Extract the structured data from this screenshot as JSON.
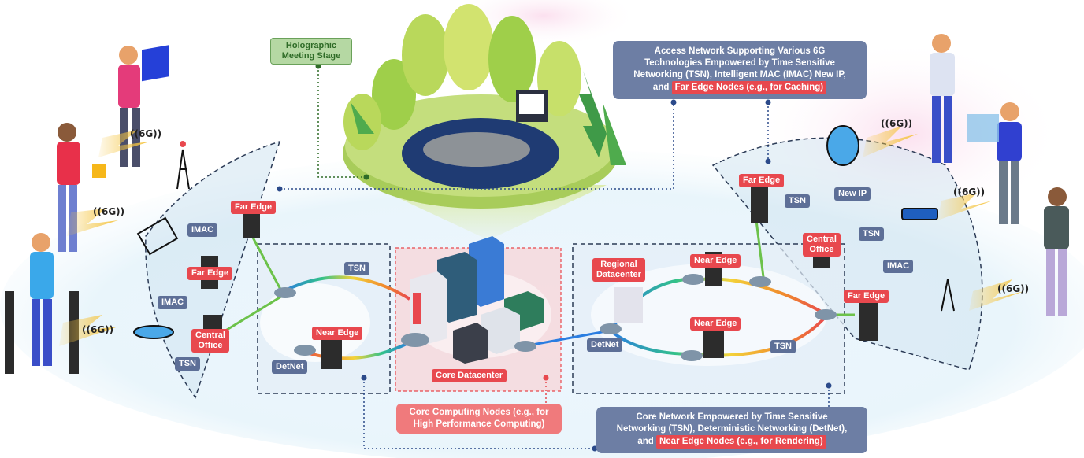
{
  "callouts": {
    "holographic": "Holographic Meeting Stage",
    "access_line1": "Access Network Supporting Various 6G",
    "access_line2": "Technologies Empowered by Time Sensitive",
    "access_line3": "Networking (TSN), Intelligent MAC (IMAC) New IP,",
    "access_and": "and",
    "access_highlight": "Far Edge Nodes (e.g., for Caching)",
    "core_computing_line1": "Core Computing Nodes (e.g., for",
    "core_computing_line2": "High Performance Computing)",
    "core_network_line1": "Core Network Empowered by Time Sensitive",
    "core_network_line2": "Networking (TSN), Deterministic Networking (DetNet),",
    "core_network_and": "and",
    "core_network_highlight": "Near Edge Nodes (e.g., for Rendering)"
  },
  "labels": {
    "far_edge": "Far Edge",
    "near_edge": "Near Edge",
    "central_office": "Central Office",
    "central": "Central",
    "office": "Office",
    "regional": "Regional",
    "datacenter": "Datacenter",
    "core_datacenter": "Core Datacenter",
    "tsn": "TSN",
    "imac": "IMAC",
    "detnet": "DetNet",
    "new_ip": "New IP",
    "six_g": "((6G))"
  },
  "colors": {
    "edge_red": "#e8484e",
    "tag_blue": "#5d6f97",
    "callout_blue": "#6d7ea4",
    "callout_red": "#f07a7c",
    "tree_green": "#8dc63f",
    "stage_navy": "#1f3b73"
  }
}
